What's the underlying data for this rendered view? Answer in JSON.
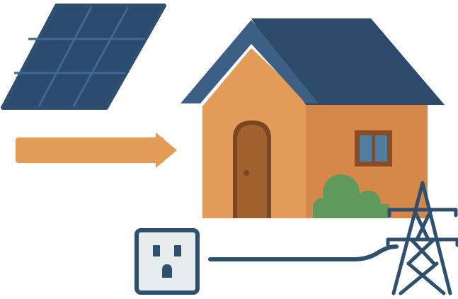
{
  "illustration": {
    "elements": [
      {
        "name": "solar-panel",
        "icon": "solar-panel-icon"
      },
      {
        "name": "flow-arrow",
        "icon": "arrow-right-icon"
      },
      {
        "name": "house",
        "icon": "house-icon"
      },
      {
        "name": "wall-outlet",
        "icon": "power-outlet-icon"
      },
      {
        "name": "transmission-tower",
        "icon": "power-pylon-icon"
      }
    ]
  },
  "colors": {
    "panel_frame": "#2f4f6f",
    "panel_cell": "#2b4a70",
    "panel_grid": "#3d6a94",
    "arrow": "#e29c58",
    "roof": "#2e4a6b",
    "roof_trim": "#3b5f85",
    "wall_front": "#e39b5a",
    "wall_side": "#d6874a",
    "door": "#a0612f",
    "door_frame": "#7a4522",
    "window_frame": "#8a4b25",
    "window_glass": "#4f7ea0",
    "bush": "#5f9a5c",
    "outlet_face": "#e6ebee",
    "outlet_frame": "#2f4f6f",
    "cable": "#2f4f6f",
    "tower": "#2f4f6f"
  }
}
